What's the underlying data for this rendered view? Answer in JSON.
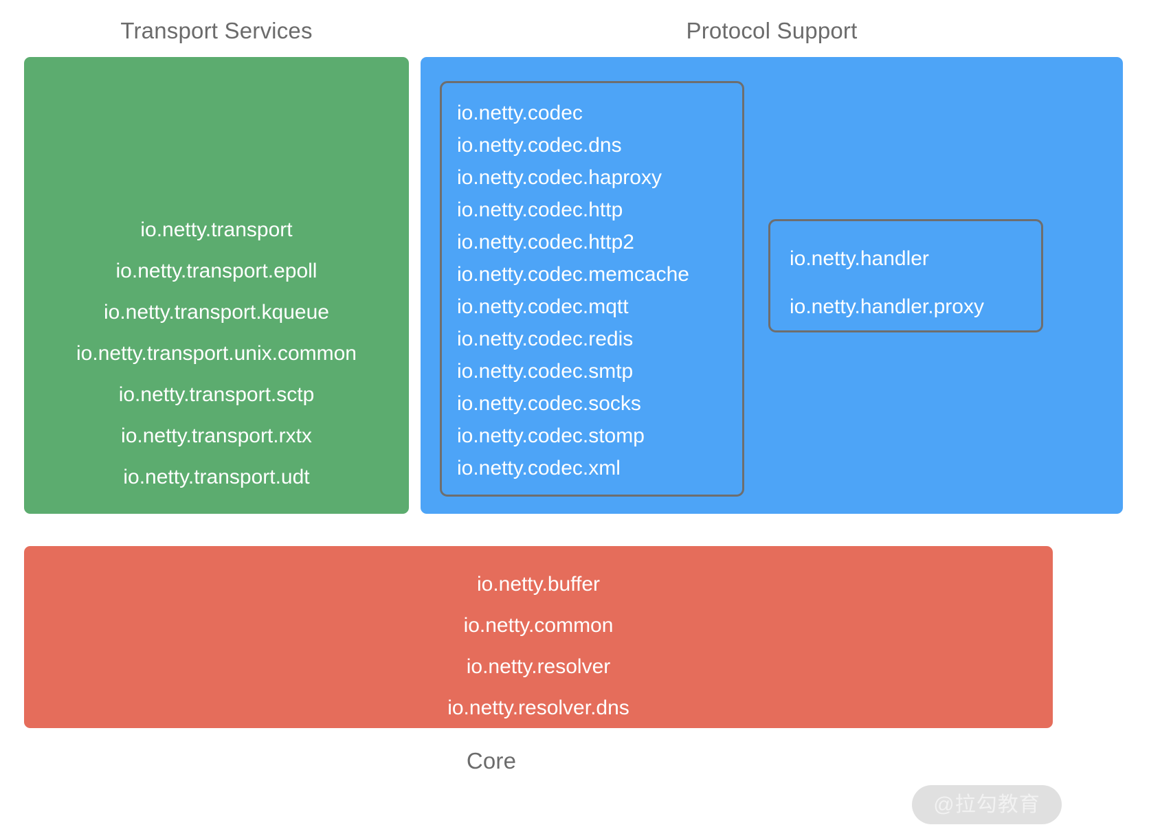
{
  "diagram": {
    "title_transport": "Transport Services",
    "title_protocol": "Protocol Support",
    "title_core": "Core",
    "colors": {
      "transport_panel": "#5cac6f",
      "protocol_panel": "#4da4f7",
      "core_panel": "#e56d5b",
      "outline": "#6e6e6e",
      "title_text": "#6b6b6b",
      "package_text": "#ffffff",
      "background": "#ffffff",
      "watermark_pill": "#e0e0e0",
      "watermark_text": "#f2f2f2"
    }
  },
  "transport": {
    "packages": [
      "io.netty.transport",
      "io.netty.transport.epoll",
      "io.netty.transport.kqueue",
      "io.netty.transport.unix.common",
      "io.netty.transport.sctp",
      "io.netty.transport.rxtx",
      "io.netty.transport.udt"
    ]
  },
  "protocol": {
    "codec": {
      "packages": [
        "io.netty.codec",
        "io.netty.codec.dns",
        "io.netty.codec.haproxy",
        "io.netty.codec.http",
        "io.netty.codec.http2",
        "io.netty.codec.memcache",
        "io.netty.codec.mqtt",
        "io.netty.codec.redis",
        "io.netty.codec.smtp",
        "io.netty.codec.socks",
        "io.netty.codec.stomp",
        "io.netty.codec.xml"
      ]
    },
    "handler": {
      "packages": [
        "io.netty.handler",
        "io.netty.handler.proxy"
      ]
    }
  },
  "core": {
    "packages": [
      "io.netty.buffer",
      "io.netty.common",
      "io.netty.resolver",
      "io.netty.resolver.dns"
    ]
  },
  "watermark": {
    "label": "@拉勾教育"
  }
}
